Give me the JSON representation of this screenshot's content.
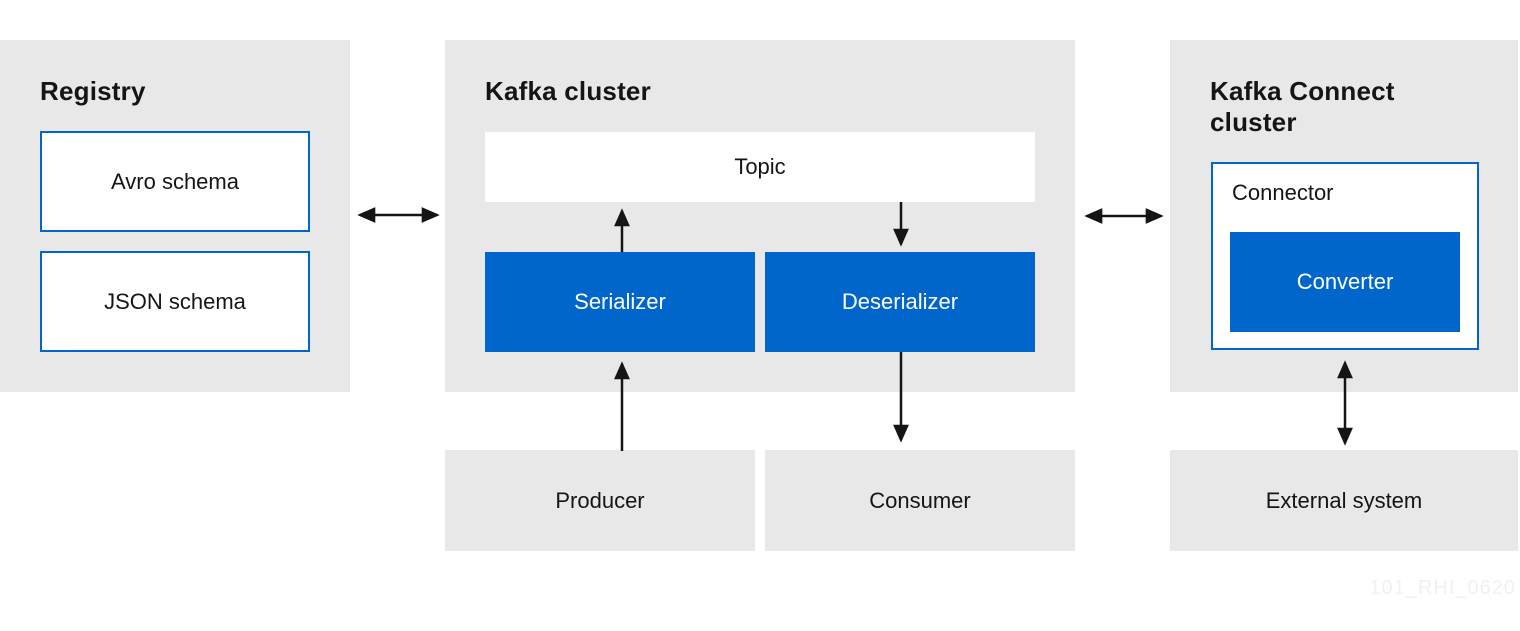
{
  "colors": {
    "panel_gray": "#e8e8e8",
    "accent_blue": "#0066cc",
    "ink": "#151515",
    "watermark_gray": "#f1f1f1",
    "node_white": "#ffffff"
  },
  "registry": {
    "title": "Registry",
    "items": [
      {
        "label": "Avro schema"
      },
      {
        "label": "JSON schema"
      }
    ]
  },
  "kafka_cluster": {
    "title": "Kafka cluster",
    "topic_label": "Topic",
    "serializer_label": "Serializer",
    "deserializer_label": "Deserializer"
  },
  "kafka_connect": {
    "title": "Kafka Connect cluster",
    "connector_label": "Connector",
    "converter_label": "Converter"
  },
  "clients": {
    "producer_label": "Producer",
    "consumer_label": "Consumer",
    "external_system_label": "External system"
  },
  "watermark": "101_RHI_0620"
}
